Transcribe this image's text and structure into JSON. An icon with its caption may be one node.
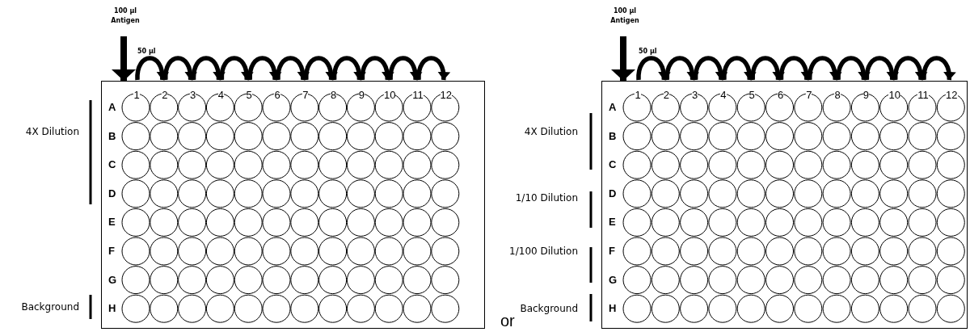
{
  "diagram": {
    "nodes": [
      {
        "text": [
          "100 µl Antigen"
        ]
      },
      {
        "text": [],
        "shape": "box"
      },
      {
        "text": [
          "1"
        ],
        "in": 1
      },
      {
        "text": [
          "2"
        ],
        "in": 1
      },
      {
        "text": [
          "3"
        ],
        "in": 1
      },
      {
        "text": [
          "4"
        ],
        "in": 1
      },
      {
        "text": [
          "5"
        ],
        "in": 1
      },
      {
        "text": [
          "6"
        ],
        "in": 1
      },
      {
        "text": [
          "7"
        ],
        "in": 1
      },
      {
        "text": [
          "8"
        ],
        "in": 1
      },
      {
        "text": [
          "9"
        ],
        "in": 1
      },
      {
        "text": [
          "10"
        ],
        "in": 1
      },
      {
        "text": [
          "11"
        ],
        "in": 1
      },
      {
        "text": [
          "12"
        ],
        "in": 1
      },
      {
        "text": [
          "100 µl Antigen"
        ]
      },
      {
        "text": [],
        "shape": "box"
      },
      {
        "text": [
          "1"
        ],
        "in": 15
      },
      {
        "text": [
          "2"
        ],
        "in": 15
      },
      {
        "text": [
          "3"
        ],
        "in": 15
      },
      {
        "text": [
          "4"
        ],
        "in": 15
      },
      {
        "text": [
          "5"
        ],
        "in": 15
      },
      {
        "text": [
          "6"
        ],
        "in": 15
      },
      {
        "text": [
          "7"
        ],
        "in": 15
      },
      {
        "text": [
          "8"
        ],
        "in": 15
      },
      {
        "text": [
          "9"
        ],
        "in": 15
      },
      {
        "text": [
          "10"
        ],
        "in": 15
      },
      {
        "text": [
          "11"
        ],
        "in": 15
      },
      {
        "text": [
          "12"
        ],
        "in": 15
      }
    ],
    "edges": [
      {
        "from": 0,
        "to": 1,
        "arrow": "to"
      },
      {
        "from": 2,
        "to": 3,
        "arrow": "to",
        "label": "50 µl"
      },
      {
        "from": 3,
        "to": 4,
        "arrow": "to"
      },
      {
        "from": 4,
        "to": 5,
        "arrow": "to"
      },
      {
        "from": 5,
        "to": 6,
        "arrow": "to"
      },
      {
        "from": 6,
        "to": 7,
        "arrow": "to"
      },
      {
        "from": 7,
        "to": 8,
        "arrow": "to"
      },
      {
        "from": 8,
        "to": 9,
        "arrow": "to"
      },
      {
        "from": 9,
        "to": 10,
        "arrow": "to"
      },
      {
        "from": 10,
        "to": 11,
        "arrow": "to"
      },
      {
        "from": 11,
        "to": 12,
        "arrow": "to"
      },
      {
        "from": 12,
        "to": 13,
        "arrow": "to"
      },
      {
        "from": 14,
        "to": 15,
        "arrow": "to"
      },
      {
        "from": 16,
        "to": 17,
        "arrow": "to",
        "label": "50 µl"
      },
      {
        "from": 17,
        "to": 18,
        "arrow": "to"
      },
      {
        "from": 18,
        "to": 19,
        "arrow": "to"
      },
      {
        "from": 19,
        "to": 20,
        "arrow": "to"
      },
      {
        "from": 20,
        "to": 21,
        "arrow": "to"
      },
      {
        "from": 21,
        "to": 22,
        "arrow": "to"
      },
      {
        "from": 22,
        "to": 23,
        "arrow": "to"
      },
      {
        "from": 23,
        "to": 24,
        "arrow": "to"
      },
      {
        "from": 24,
        "to": 25,
        "arrow": "to"
      },
      {
        "from": 25,
        "to": 26,
        "arrow": "to"
      },
      {
        "from": 26,
        "to": 27,
        "arrow": "to"
      }
    ],
    "labels": [
      "A",
      "B",
      "C",
      "D",
      "E",
      "F",
      "G",
      "H",
      "4X Dilution",
      "Background",
      "or",
      "A",
      "B",
      "C",
      "D",
      "E",
      "F",
      "G",
      "H",
      "4X Dilution",
      "1/10 Dilution",
      "1/100 Dilution",
      "Background"
    ]
  }
}
